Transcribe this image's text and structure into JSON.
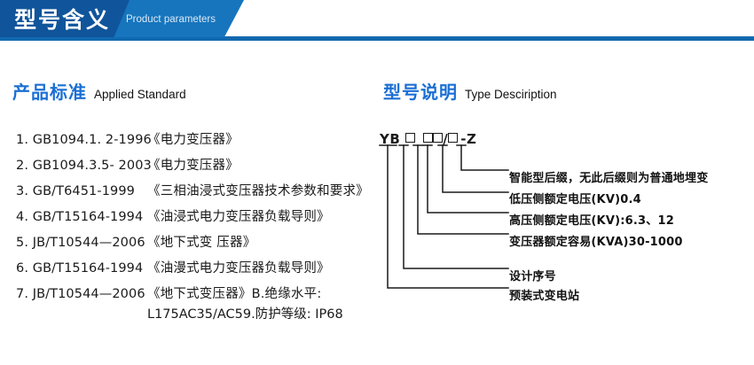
{
  "banner": {
    "title_cn": "型号含义",
    "title_en": "Product parameters",
    "dark_blue": "#10559b",
    "mid_blue": "#1675bd",
    "rule_blue": "#1169b0"
  },
  "headings": {
    "left_cn": "产品标准",
    "left_en": "Applied Standard",
    "right_cn": "型号说明",
    "right_en": "Type Desciription",
    "accent": "#1a6fd4"
  },
  "standards": [
    {
      "index": "1.",
      "code": "GB1094.1. 2-1996",
      "name": "《电力变压器》"
    },
    {
      "index": "2.",
      "code": "GB1094.3.5- 2003",
      "name": "《电力变压器》"
    },
    {
      "index": "3.",
      "code": "GB/T6451-1999",
      "name": "《三相油浸式变压器技术参数和要求》"
    },
    {
      "index": "4.",
      "code": "GB/T15164-1994",
      "name": "《油浸式电力变压器负载导则》"
    },
    {
      "index": "5.",
      "code": "JB/T10544—2006",
      "name": "《地下式变 压器》"
    },
    {
      "index": "6.",
      "code": "GB/T15164-1994",
      "name": "《油漫式电力变压器负载导则》"
    },
    {
      "index": "7.",
      "code": "JB/T10544—2006",
      "name": "《地下式变压器》B.绝缘水平:"
    }
  ],
  "standards_continuation": "L175AC35/AC59.防护等级: IP68",
  "type_code": {
    "prefix": "YB",
    "separator_slash": "/",
    "separator_dash": "-",
    "suffix": "Z"
  },
  "annotations": [
    {
      "label": "智能型后缀，无此后缀则为普通地埋变"
    },
    {
      "label": "低压侧额定电压(KV)0.4"
    },
    {
      "label": "高压侧额定电压(KV):6.3、12"
    },
    {
      "label": "变压器额定容易(KVA)30-1000"
    },
    {
      "label": "设计序号"
    },
    {
      "label": "预装式变电站"
    }
  ]
}
